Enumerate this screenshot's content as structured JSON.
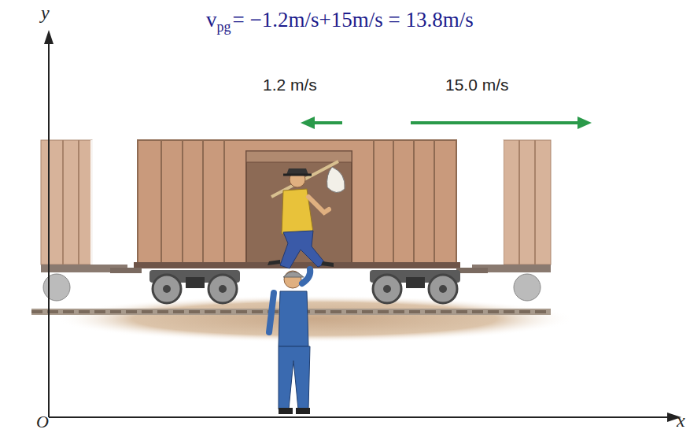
{
  "diagram": {
    "labels": [
      "v",
      "pg",
      "= −1.2m/s+15m/s = 13.8m/s",
      "1.2 m/s",
      "15.0 m/s",
      "y",
      "x",
      "O"
    ]
  }
}
